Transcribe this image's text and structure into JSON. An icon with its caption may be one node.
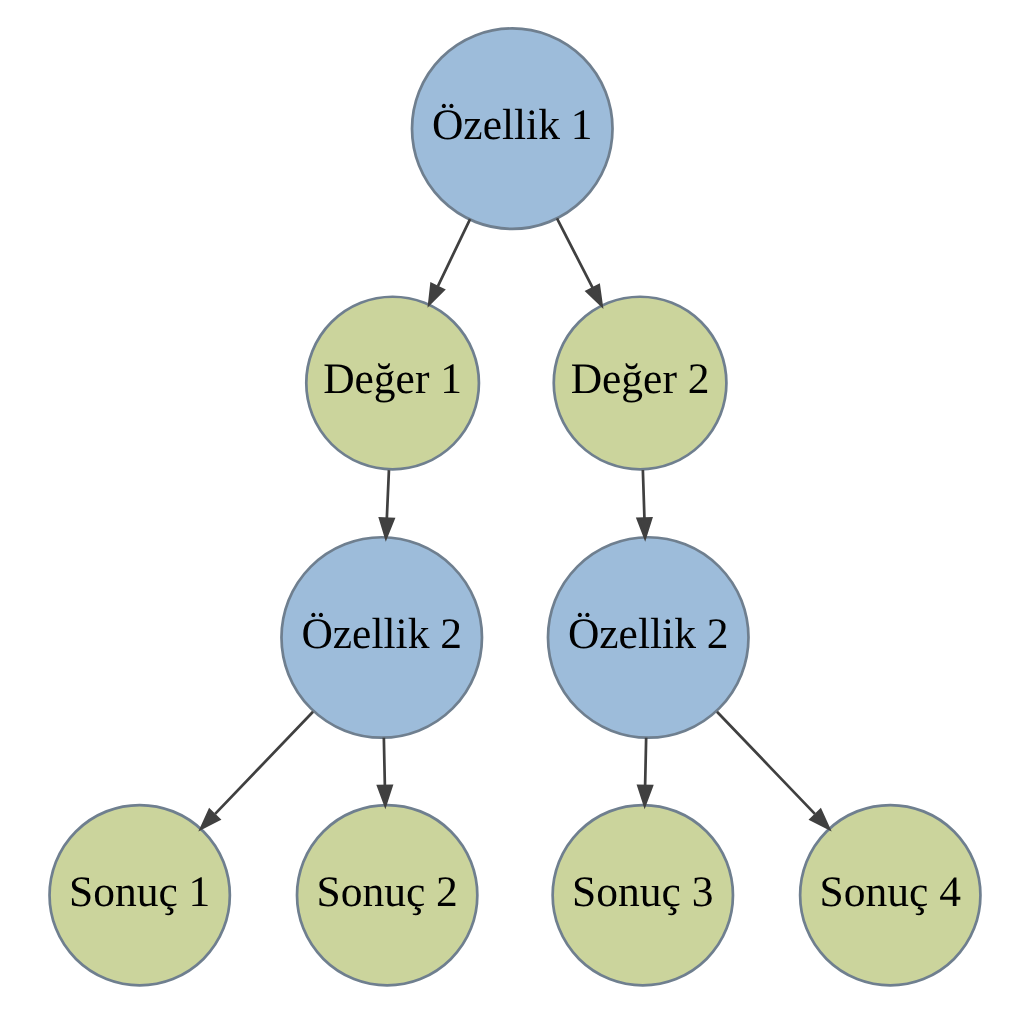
{
  "diagram": {
    "nodes": [
      {
        "text": [
          "Özellik 1"
        ]
      },
      {
        "text": [
          "Değer 1"
        ]
      },
      {
        "text": [
          "Değer 2"
        ]
      },
      {
        "text": [
          "Özellik 2"
        ]
      },
      {
        "text": [
          "Özellik 2"
        ]
      },
      {
        "text": [
          "Sonuç 1"
        ]
      },
      {
        "text": [
          "Sonuç 2"
        ]
      },
      {
        "text": [
          "Sonuç 3"
        ]
      },
      {
        "text": [
          "Sonuç 4"
        ]
      }
    ],
    "edges": [
      {
        "from": 0,
        "to": 1,
        "arrow": "to"
      },
      {
        "from": 0,
        "to": 2,
        "arrow": "to"
      },
      {
        "from": 1,
        "to": 3,
        "arrow": "to"
      },
      {
        "from": 2,
        "to": 4,
        "arrow": "to"
      },
      {
        "from": 3,
        "to": 5,
        "arrow": "to"
      },
      {
        "from": 3,
        "to": 6,
        "arrow": "to"
      },
      {
        "from": 4,
        "to": 7,
        "arrow": "to"
      },
      {
        "from": 4,
        "to": 8,
        "arrow": "to"
      }
    ]
  }
}
